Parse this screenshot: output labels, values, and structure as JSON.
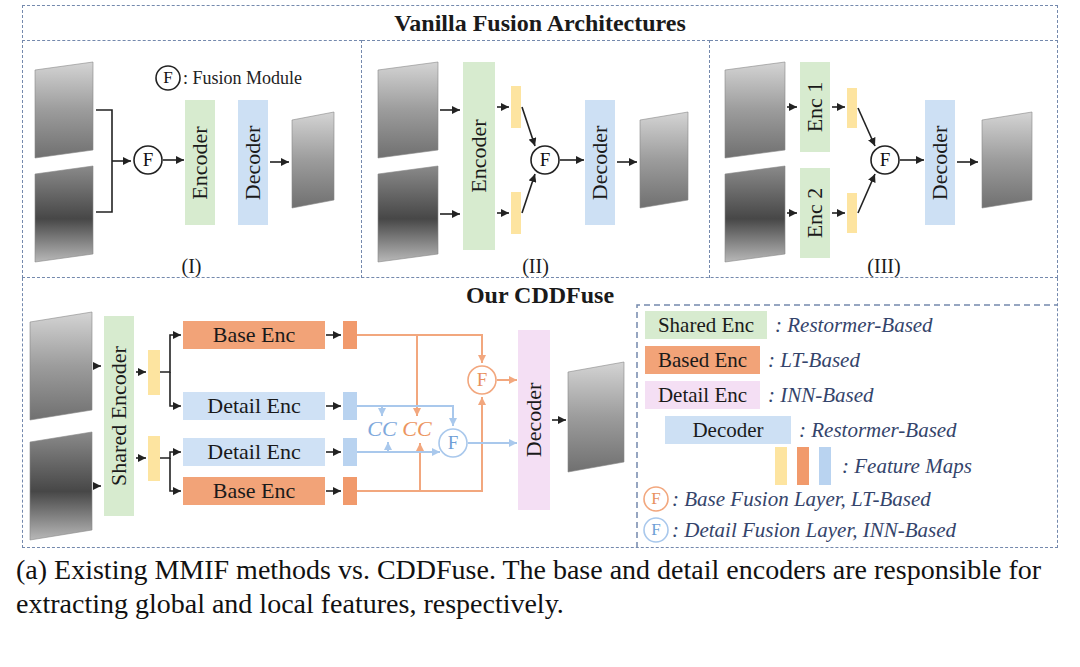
{
  "diagram": {
    "caption": "(a) Existing MMIF methods vs. CDDFuse. The base and detail encoders are responsible for extracting global and local features, respectively.",
    "nodes": [
      {
        "text": [
          "Vanilla Fusion Architectures"
        ]
      },
      {
        "text": [
          "(I)"
        ],
        "in": 0
      },
      {
        "text": [
          "F"
        ],
        "in": 1
      },
      {
        "text": [
          "Encoder"
        ],
        "in": 1
      },
      {
        "text": [
          "Decoder"
        ],
        "in": 1
      },
      {
        "text": [
          "(II)"
        ],
        "in": 0
      },
      {
        "text": [
          "Encoder"
        ],
        "in": 5
      },
      {
        "text": [
          "F"
        ],
        "in": 5
      },
      {
        "text": [
          "Decoder"
        ],
        "in": 5
      },
      {
        "text": [
          "(III)"
        ],
        "in": 0
      },
      {
        "text": [
          "Enc 1"
        ],
        "in": 9
      },
      {
        "text": [
          "Enc 2"
        ],
        "in": 9
      },
      {
        "text": [
          "F"
        ],
        "in": 9
      },
      {
        "text": [
          "Decoder"
        ],
        "in": 9
      },
      {
        "text": [
          "Our CDDFuse"
        ]
      },
      {
        "text": [
          "Shared Encoder"
        ],
        "in": 14
      },
      {
        "text": [
          "Base Enc"
        ],
        "in": 14
      },
      {
        "text": [
          "Detail Enc"
        ],
        "in": 14
      },
      {
        "text": [
          "Detail Enc"
        ],
        "in": 14
      },
      {
        "text": [
          "Base Enc"
        ],
        "in": 14
      },
      {
        "text": [
          "F"
        ],
        "in": 14
      },
      {
        "text": [
          "F"
        ],
        "in": 14
      },
      {
        "text": [
          "Decoder"
        ],
        "in": 14
      }
    ],
    "edges": [
      {
        "from": 2,
        "to": 3,
        "arrow": "to"
      },
      {
        "from": 7,
        "to": 8,
        "arrow": "to"
      },
      {
        "from": 12,
        "to": 13,
        "arrow": "to"
      },
      {
        "from": 20,
        "to": 22,
        "arrow": "to"
      },
      {
        "from": 21,
        "to": 22,
        "arrow": "to"
      }
    ],
    "labels": [
      "F",
      "CC",
      "CC",
      "Shared Enc",
      "Based Enc",
      "Detail Enc",
      "Decoder",
      "F",
      "F"
    ],
    "legend": [
      {
        "text": ": Fusion Module"
      },
      {
        "text": ": Restormer-Based",
        "color": "#d7ebcf"
      },
      {
        "text": ": LT-Based",
        "color": "#f2a378"
      },
      {
        "text": ": INN-Based",
        "color": "#f4dff4"
      },
      {
        "text": ": Restormer-Based",
        "color": "#cde0f4"
      },
      {
        "text": ": Feature Maps"
      },
      {
        "text": ": Base Fusion Layer, LT-Based"
      },
      {
        "text": ": Detail Fusion Layer, INN-Based"
      }
    ]
  }
}
